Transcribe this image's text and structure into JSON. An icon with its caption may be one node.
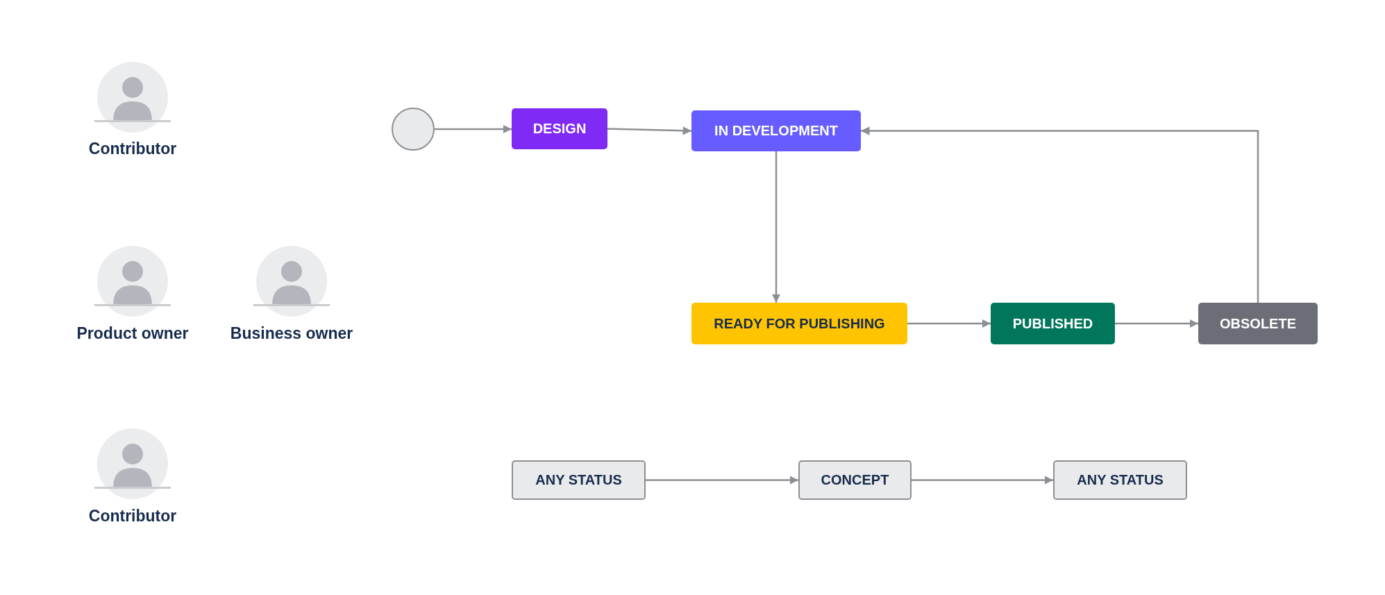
{
  "diagram": {
    "nodes": [
      {
        "text": [],
        "shape": "circle"
      },
      {
        "text": [
          "DESIGN"
        ]
      },
      {
        "text": [
          "IN DEVELOPMENT"
        ]
      },
      {
        "text": [
          "READY FOR PUBLISHING"
        ]
      },
      {
        "text": [
          "PUBLISHED"
        ]
      },
      {
        "text": [
          "OBSOLETE"
        ]
      },
      {
        "text": [
          "ANY STATUS"
        ]
      },
      {
        "text": [
          "CONCEPT"
        ]
      },
      {
        "text": [
          "ANY STATUS"
        ]
      }
    ],
    "edges": [
      {
        "from": 0,
        "to": 1,
        "arrow": "to"
      },
      {
        "from": 1,
        "to": 2,
        "arrow": "to"
      },
      {
        "from": 2,
        "to": 3,
        "arrow": "to"
      },
      {
        "from": 3,
        "to": 4,
        "arrow": "to"
      },
      {
        "from": 4,
        "to": 5,
        "arrow": "to"
      },
      {
        "from": 5,
        "to": 2,
        "arrow": "to"
      },
      {
        "from": 6,
        "to": 7,
        "arrow": "to"
      },
      {
        "from": 7,
        "to": 8,
        "arrow": "to"
      }
    ],
    "labels": [
      "Contributor",
      "Product owner",
      "Business owner",
      "Contributor"
    ]
  }
}
